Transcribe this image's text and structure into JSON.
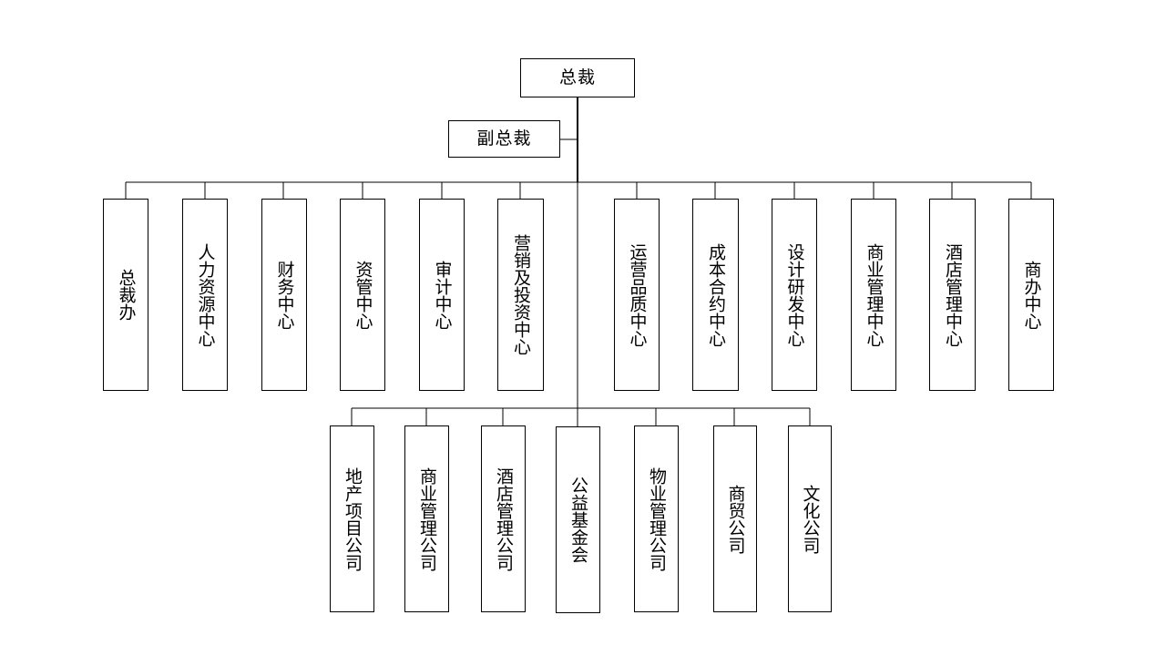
{
  "org_chart": {
    "top": {
      "label": "总裁"
    },
    "deputy": {
      "label": "副总裁"
    },
    "departments": [
      {
        "label": "总裁办"
      },
      {
        "label": "人力资源中心"
      },
      {
        "label": "财务中心"
      },
      {
        "label": "资管中心"
      },
      {
        "label": "审计中心"
      },
      {
        "label": "营销及投资中心"
      },
      {
        "label": "运营品质中心"
      },
      {
        "label": "成本合约中心"
      },
      {
        "label": "设计研发中心"
      },
      {
        "label": "商业管理中心"
      },
      {
        "label": "酒店管理中心"
      },
      {
        "label": "商办中心"
      }
    ],
    "companies": [
      {
        "label": "地产项目公司"
      },
      {
        "label": "商业管理公司"
      },
      {
        "label": "酒店管理公司"
      },
      {
        "label": "公益基金会"
      },
      {
        "label": "物业管理公司"
      },
      {
        "label": "商贸公司"
      },
      {
        "label": "文化公司"
      }
    ]
  }
}
